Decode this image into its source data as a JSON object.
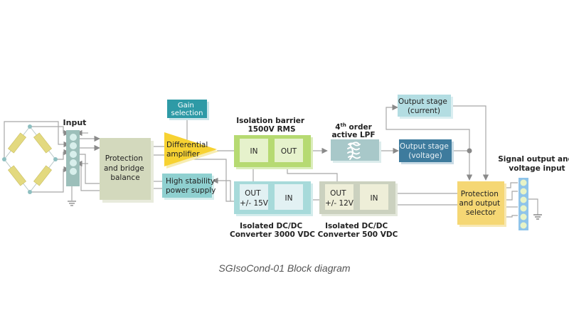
{
  "caption": "SGIsoCond-01 Block diagram",
  "colors": {
    "wire": "#a0a0a0",
    "resistor": "#e3d97f",
    "node": "#8ebfc0",
    "terminal_block": "#9cbfba",
    "terminal_pin": "#d8efec",
    "protection_bridge": "#d3d9bd",
    "gain_selection": "#2e9aa6",
    "amplifier": "#f7d232",
    "power_supply": "#8fd0d0",
    "isolation_outer": "#b6da72",
    "isolation_inner": "#e6f2cc",
    "lpf": "#a8c8c9",
    "output_current": "#b3dde2",
    "output_voltage": "#3e7b9d",
    "dcdc_3000_outer": "#a7dada",
    "dcdc_3000_inner": "#e2f1f3",
    "dcdc_500_outer": "#cbd1bf",
    "dcdc_500_inner": "#eeeed8",
    "output_selector": "#f5d774",
    "output_block": "#8fc4ea",
    "output_pin": "#e7f3c6"
  },
  "blocks": {
    "input": {
      "label": "Input",
      "pins": 5
    },
    "protection_bridge": {
      "lines": [
        "Protection",
        "and bridge",
        "balance"
      ]
    },
    "gain_selection": {
      "lines": [
        "Gain",
        "selection"
      ]
    },
    "amplifier": {
      "lines": [
        "Differential",
        "amplifier"
      ]
    },
    "power_supply": {
      "lines": [
        "High stability",
        "power supply"
      ]
    },
    "isolation": {
      "title_lines": [
        "Isolation barrier",
        "1500V RMS"
      ],
      "in": "IN",
      "out": "OUT"
    },
    "lpf": {
      "title_prefix": "4",
      "title_sup": "th",
      "title_suffix": " order",
      "title_line2": "active LPF",
      "icon": "filter-wave-icon"
    },
    "output_current": {
      "lines": [
        "Output stage",
        "(current)"
      ]
    },
    "output_voltage": {
      "lines": [
        "Output stage",
        "(voltage)"
      ]
    },
    "dcdc_3000": {
      "out_lines": [
        "OUT",
        "+/- 15V"
      ],
      "in": "IN",
      "caption_lines": [
        "Isolated DC/DC",
        "Converter 3000 VDC"
      ]
    },
    "dcdc_500": {
      "out_lines": [
        "OUT",
        "+/- 12V"
      ],
      "in": "IN",
      "caption_lines": [
        "Isolated DC/DC",
        "Converter 500 VDC"
      ]
    },
    "output_selector": {
      "lines": [
        "Protection",
        "and output",
        "selector"
      ]
    },
    "signal_output": {
      "title_lines": [
        "Signal output and",
        "voltage input"
      ],
      "pins": 6
    }
  }
}
